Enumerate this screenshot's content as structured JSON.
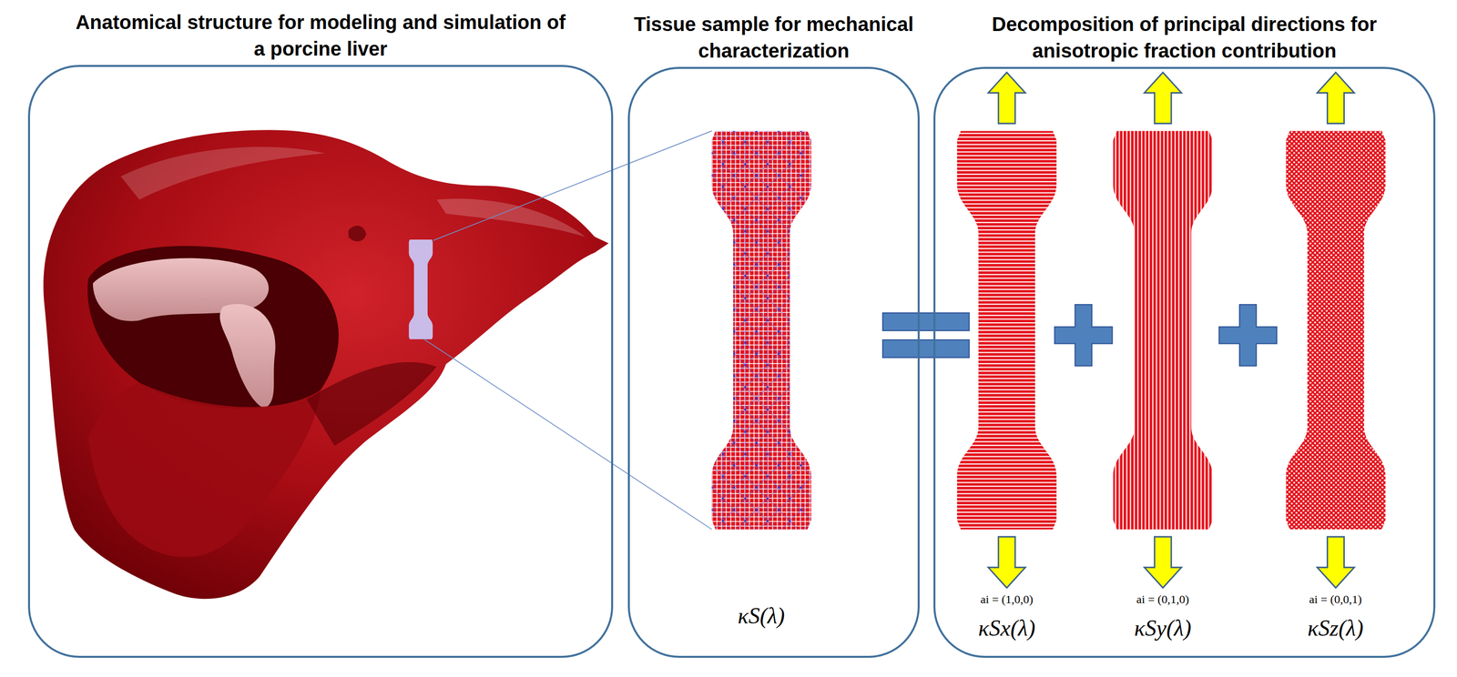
{
  "diagram": {
    "nodes": [
      {
        "text": [
          "Anatomical structure for modeling and simulation of a porcine liver"
        ]
      },
      {
        "text": [
          "Tissue sample for mechanical characterization"
        ]
      },
      {
        "text": [
          "κS(λ)"
        ],
        "in": 1
      },
      {
        "text": [
          "Decomposition of principal directions for anisotropic fraction contribution"
        ]
      },
      {
        "text": [
          "ai = (1,0,0)",
          "κSx(λ)"
        ],
        "in": 3
      },
      {
        "text": [
          "ai = (0,1,0)",
          "κSy(λ)"
        ],
        "in": 3
      },
      {
        "text": [
          "ai = (0,0,1)",
          "κSz(λ)"
        ],
        "in": 3
      }
    ]
  }
}
